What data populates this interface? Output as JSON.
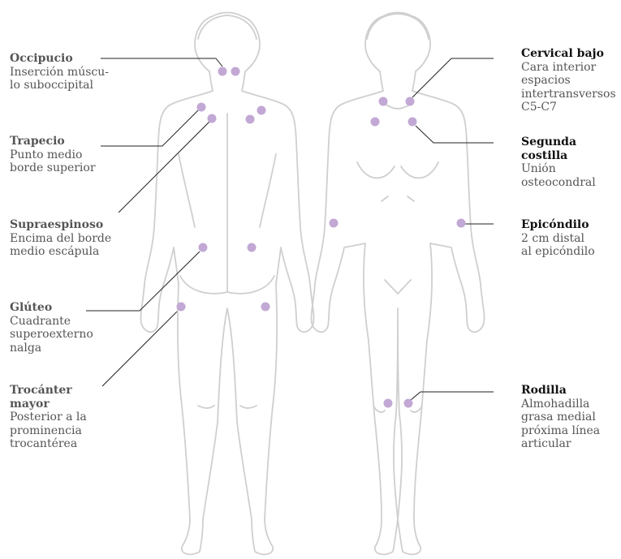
{
  "colors": {
    "point": "#c2a8d4",
    "outline": "#cfcfcf",
    "leader": "#222222"
  },
  "points": [
    {
      "id": "occipucio",
      "label": {
        "title": "Occipucio",
        "desc": "Inserción múscu-\nlo suboccipital"
      }
    },
    {
      "id": "trapecio",
      "label": {
        "title": "Trapecio",
        "desc": "Punto medio\nborde superior"
      }
    },
    {
      "id": "supraespinoso",
      "label": {
        "title": "Supraespinoso",
        "desc": "Encima del borde\nmedio escápula"
      }
    },
    {
      "id": "gluteo",
      "label": {
        "title": "Glúteo",
        "desc": "Cuadrante\nsuperoexterno\nnalga"
      }
    },
    {
      "id": "trocanter",
      "label": {
        "title": "Trocánter\nmayor",
        "desc": "Posterior a la\nprominencia\ntrocantérea"
      }
    },
    {
      "id": "cervical",
      "label": {
        "title": "Cervical bajo",
        "desc": "Cara interior\nespacios\nintertransversos\nC5-C7"
      }
    },
    {
      "id": "costilla",
      "label": {
        "title": "Segunda costilla",
        "desc": "Unión\nosteocondral"
      }
    },
    {
      "id": "epicondilo",
      "label": {
        "title": "Epicóndilo",
        "desc": "2 cm distal\nal epicóndilo"
      }
    },
    {
      "id": "rodilla",
      "label": {
        "title": "Rodilla",
        "desc": "Almohadilla\ngrasa medial\npróxima línea\narticular"
      }
    }
  ]
}
